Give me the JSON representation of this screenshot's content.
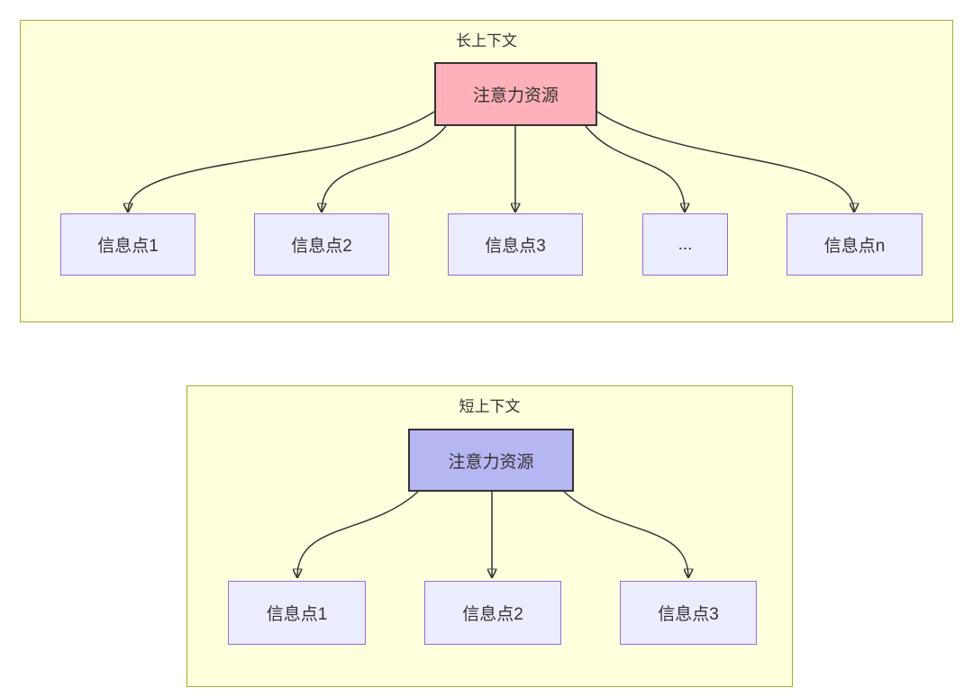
{
  "diagram": {
    "long_context": {
      "title": "长上下文",
      "attention_node": {
        "label": "注意力资源",
        "fill": "#ffb0ba"
      },
      "info_nodes": [
        {
          "label": "信息点1"
        },
        {
          "label": "信息点2"
        },
        {
          "label": "信息点3"
        },
        {
          "label": "..."
        },
        {
          "label": "信息点n"
        }
      ]
    },
    "short_context": {
      "title": "短上下文",
      "attention_node": {
        "label": "注意力资源",
        "fill": "#b6b6f2"
      },
      "info_nodes": [
        {
          "label": "信息点1"
        },
        {
          "label": "信息点2"
        },
        {
          "label": "信息点3"
        }
      ]
    },
    "colors": {
      "container_fill": "#ffffde",
      "container_border": "#aaaa33",
      "info_node_fill": "#ececff",
      "info_node_border": "#9370db",
      "attention_long_fill": "#ffb0ba",
      "attention_short_fill": "#b6b6f2",
      "edge": "#333333",
      "text": "#333333"
    }
  }
}
